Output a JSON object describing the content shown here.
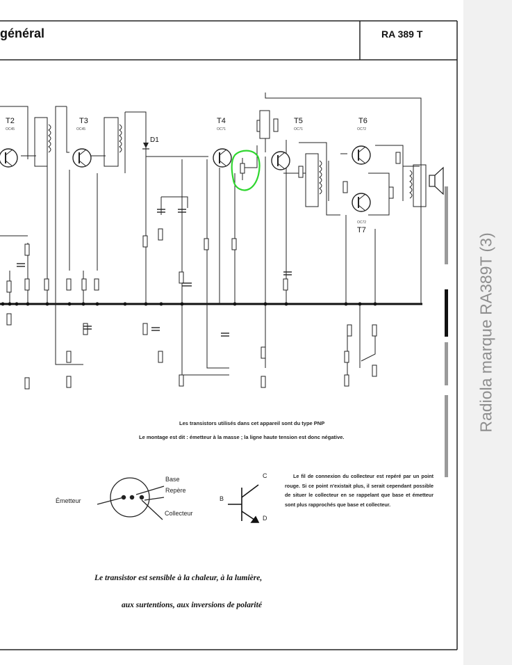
{
  "document": {
    "header_title": "général",
    "header_ref": "RA 389 T",
    "side_title": "Radiola marque RA389T (3)"
  },
  "schematic": {
    "transistors": [
      {
        "label": "T2",
        "type": "OC45"
      },
      {
        "label": "T3",
        "type": "OC45"
      },
      {
        "label": "T4",
        "type": "OC71"
      },
      {
        "label": "T5",
        "type": "OC71"
      },
      {
        "label": "T6",
        "type": "OC72"
      },
      {
        "label": "T7",
        "type": "OC72"
      }
    ],
    "diode": "D1",
    "highlight_color": "#2fd62f"
  },
  "notes": {
    "pnp": "Les transistors utilisés dans cet appareil sont du type PNP",
    "montage": "Le montage est dit : émetteur à la masse ; la ligne haute tension est donc négative.",
    "connexion": "Le fil de connexion du collecteur est repéré par un point rouge. Si ce point n'existait plus, il serait cependant possible de situer le collecteur en se rappelant que base et émetteur sont plus rapprochés que base et collecteur."
  },
  "pinout": {
    "emitter": "Émetteur",
    "base": "Base",
    "marker": "Repère",
    "collector": "Collecteur"
  },
  "symbol": {
    "b": "B",
    "c": "C",
    "d": "D"
  },
  "warning": {
    "line1": "Le transistor est sensible à la chaleur, à la lumière,",
    "line2": "aux surtentions, aux inversions de polarité"
  }
}
